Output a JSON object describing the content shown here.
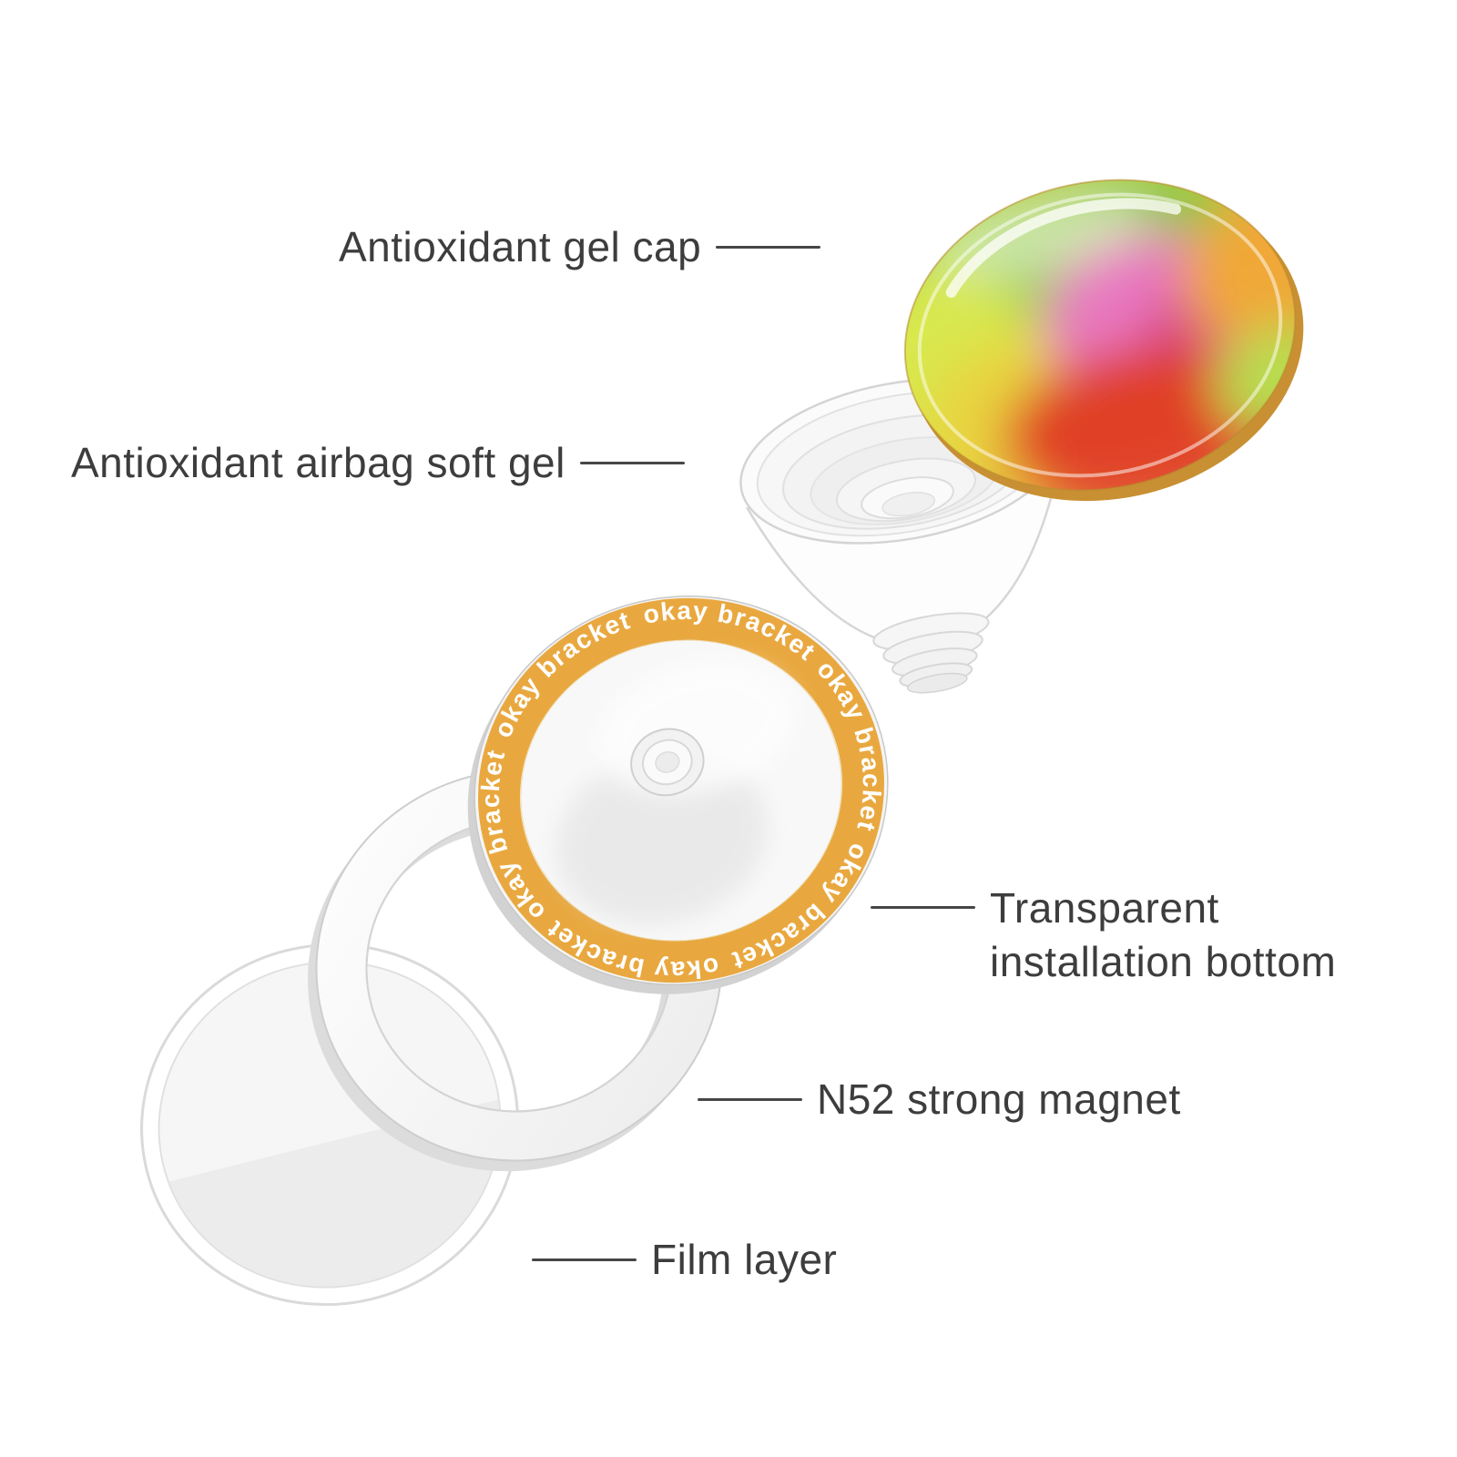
{
  "labels": {
    "gel_cap": "Antioxidant gel cap",
    "airbag": "Antioxidant airbag soft gel",
    "install_bottom": "Transparent installation bottom",
    "magnet": "N52 strong magnet",
    "film": "Film layer"
  },
  "product": {
    "ring_text": "okay bracket"
  },
  "colors": {
    "background": "#ffffff",
    "label_text": "#3d3d3d",
    "leader_line": "#464646",
    "ring_band": "#E9A83F",
    "ring_text_color": "#ffffff"
  }
}
